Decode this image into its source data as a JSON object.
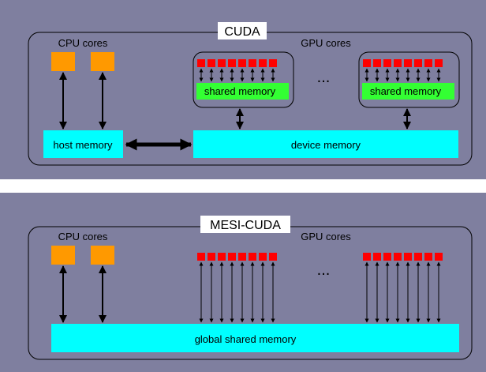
{
  "top": {
    "title": "CUDA",
    "cpu_label": "CPU cores",
    "gpu_label": "GPU cores",
    "host_memory": "host memory",
    "device_memory": "device memory",
    "shared_memory_1": "shared memory",
    "shared_memory_2": "shared memory",
    "ellipsis": "..."
  },
  "bottom": {
    "title": "MESI-CUDA",
    "cpu_label": "CPU cores",
    "gpu_label": "GPU cores",
    "global_memory": "global shared memory",
    "ellipsis": "..."
  },
  "colors": {
    "background": "#7f7f9f",
    "divider": "#ffffff",
    "cpu_core": "#ff9900",
    "gpu_core": "#ff0000",
    "memory": "#00ffff",
    "shared_memory": "#33ff33",
    "arrow": "#000000"
  }
}
